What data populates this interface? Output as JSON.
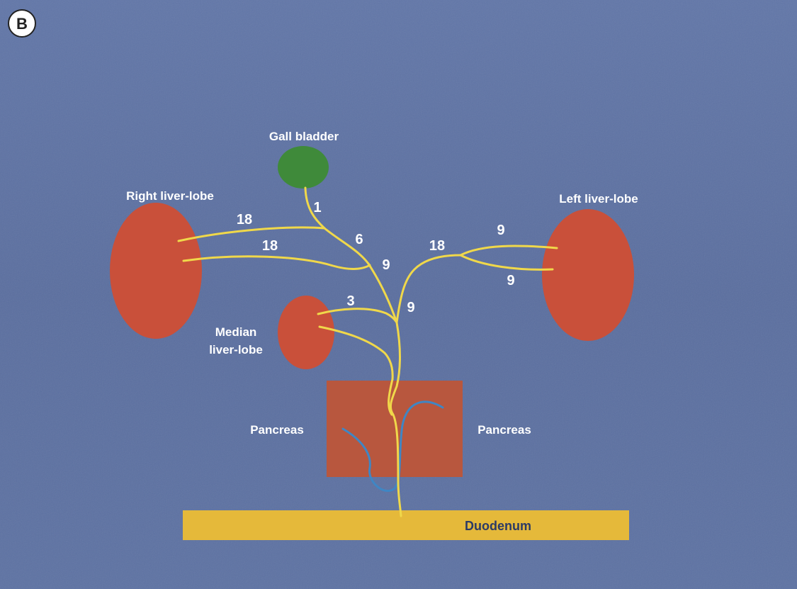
{
  "panel_label": "B",
  "organs": {
    "gall_bladder": "Gall bladder",
    "right_lobe": "Right liver-lobe",
    "left_lobe": "Left liver-lobe",
    "median_lobe_line1": "Median",
    "median_lobe_line2": "liver-lobe",
    "pancreas_left": "Pancreas",
    "pancreas_right": "Pancreas",
    "duodenum": "Duodenum"
  },
  "duct_numbers": {
    "gall_bladder_duct": "1",
    "right_upper": "18",
    "right_lower": "18",
    "junction_a": "6",
    "junction_b": "9",
    "left_main": "18",
    "left_upper": "9",
    "left_lower": "9",
    "median_upper": "3",
    "common": "9"
  },
  "colors": {
    "background": "#5a6fa0",
    "liver": "#c9503a",
    "gall_bladder": "#3f8a3a",
    "pancreas": "#b8573e",
    "duct": "#f0d84a",
    "pancreatic_duct": "#3f86c4",
    "duodenum": "#e5b93a",
    "label": "#ffffff"
  }
}
